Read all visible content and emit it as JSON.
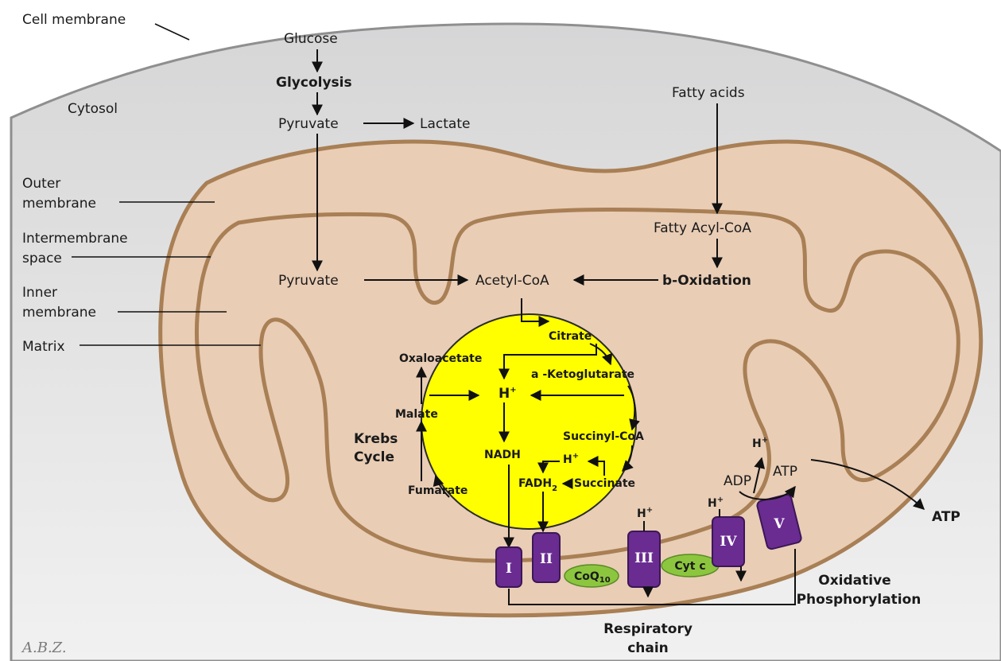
{
  "labels": {
    "cell_membrane": "Cell membrane",
    "cytosol": "Cytosol",
    "outer_membrane_1": "Outer",
    "outer_membrane_2": "membrane",
    "intermembrane_1": "Intermembrane",
    "intermembrane_2": "space",
    "inner_membrane_1": "Inner",
    "inner_membrane_2": "membrane",
    "matrix": "Matrix"
  },
  "pathway": {
    "glucose": "Glucose",
    "glycolysis": "Glycolysis",
    "pyruvate_cytosol": "Pyruvate",
    "lactate": "Lactate",
    "fatty_acids": "Fatty acids",
    "fatty_acyl_coa": "Fatty Acyl-CoA",
    "pyruvate_matrix": "Pyruvate",
    "acetyl_coa": "Acetyl-CoA",
    "b_oxidation": "b-Oxidation"
  },
  "krebs": {
    "title_1": "Krebs",
    "title_2": "Cycle",
    "citrate": "Citrate",
    "oxaloacetate": "Oxaloacetate",
    "ketoglutarate": "a -Ketoglutarate",
    "h_center": "H",
    "h_center_sup": "+",
    "malate": "Malate",
    "succinyl_coa": "Succinyl-CoA",
    "nadh": "NADH",
    "h_small": "H",
    "h_small_sup": "+",
    "fadh2": "FADH",
    "fadh2_sub": "2",
    "succinate": "Succinate",
    "fumarate": "Fumarate"
  },
  "chain": {
    "complex_1": "I",
    "complex_2": "II",
    "complex_3": "III",
    "complex_4": "IV",
    "complex_5": "V",
    "coq10": "CoQ",
    "coq10_sub": "10",
    "cyt_c": "Cyt c",
    "h3": "H",
    "h3_sup": "+",
    "h4": "H",
    "h4_sup": "+",
    "h5": "H",
    "h5_sup": "+",
    "adp": "ADP",
    "atp_small": "ATP",
    "atp_out": "ATP",
    "ox_phos_1": "Oxidative",
    "ox_phos_2": "Phosphorylation",
    "resp_chain_1": "Respiratory",
    "resp_chain_2": "chain"
  },
  "signature": "A.B.Z.",
  "colors": {
    "cytosol": "#d9d9da",
    "mito_fill": "#e9cdb5",
    "membrane": "#a97f55",
    "krebs_fill": "#ffff00",
    "complex": "#6a2c91",
    "carrier": "#8cc63f"
  }
}
